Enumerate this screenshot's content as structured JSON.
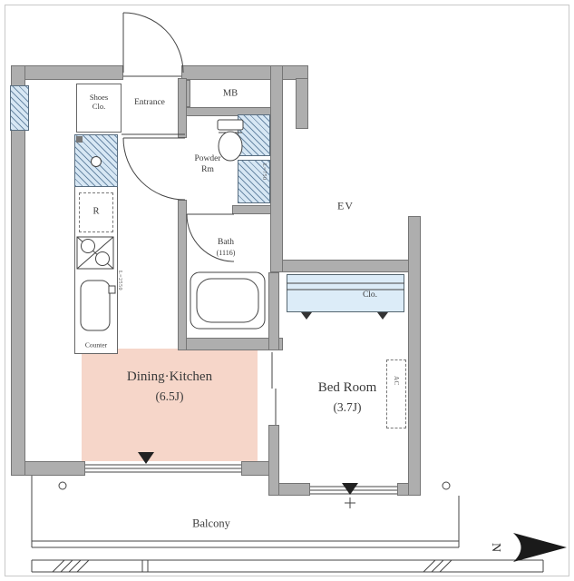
{
  "rooms": {
    "shoes_closet": {
      "line1": "Shoes",
      "line2": "Clo."
    },
    "entrance": {
      "label": "Entrance"
    },
    "meter_box": {
      "label": "MB"
    },
    "powder_room": {
      "line1": "Powder",
      "line2": "Rm"
    },
    "bath": {
      "label": "Bath",
      "size": "(1116)"
    },
    "elevator": {
      "label": "EV"
    },
    "closet": {
      "label": "Clo."
    },
    "dining_kitchen": {
      "label": "Dining·Kitchen",
      "size": "(6.5J)"
    },
    "bed_room": {
      "label": "Bed Room",
      "size": "(3.7J)"
    },
    "balcony": {
      "label": "Balcony"
    }
  },
  "fixtures": {
    "refrigerator_label": "R",
    "counter_label": "Counter",
    "counter_dim": "L=2550",
    "vanity_dim": "L=750",
    "ac_label": "AC"
  },
  "compass": {
    "north": "N"
  },
  "colors": {
    "wall": "#aeaeae",
    "dk_fill": "#f6d6c9",
    "hatch_fill": "#d7e7f4",
    "closet_fill": "#dcecf8",
    "line": "#444444"
  }
}
